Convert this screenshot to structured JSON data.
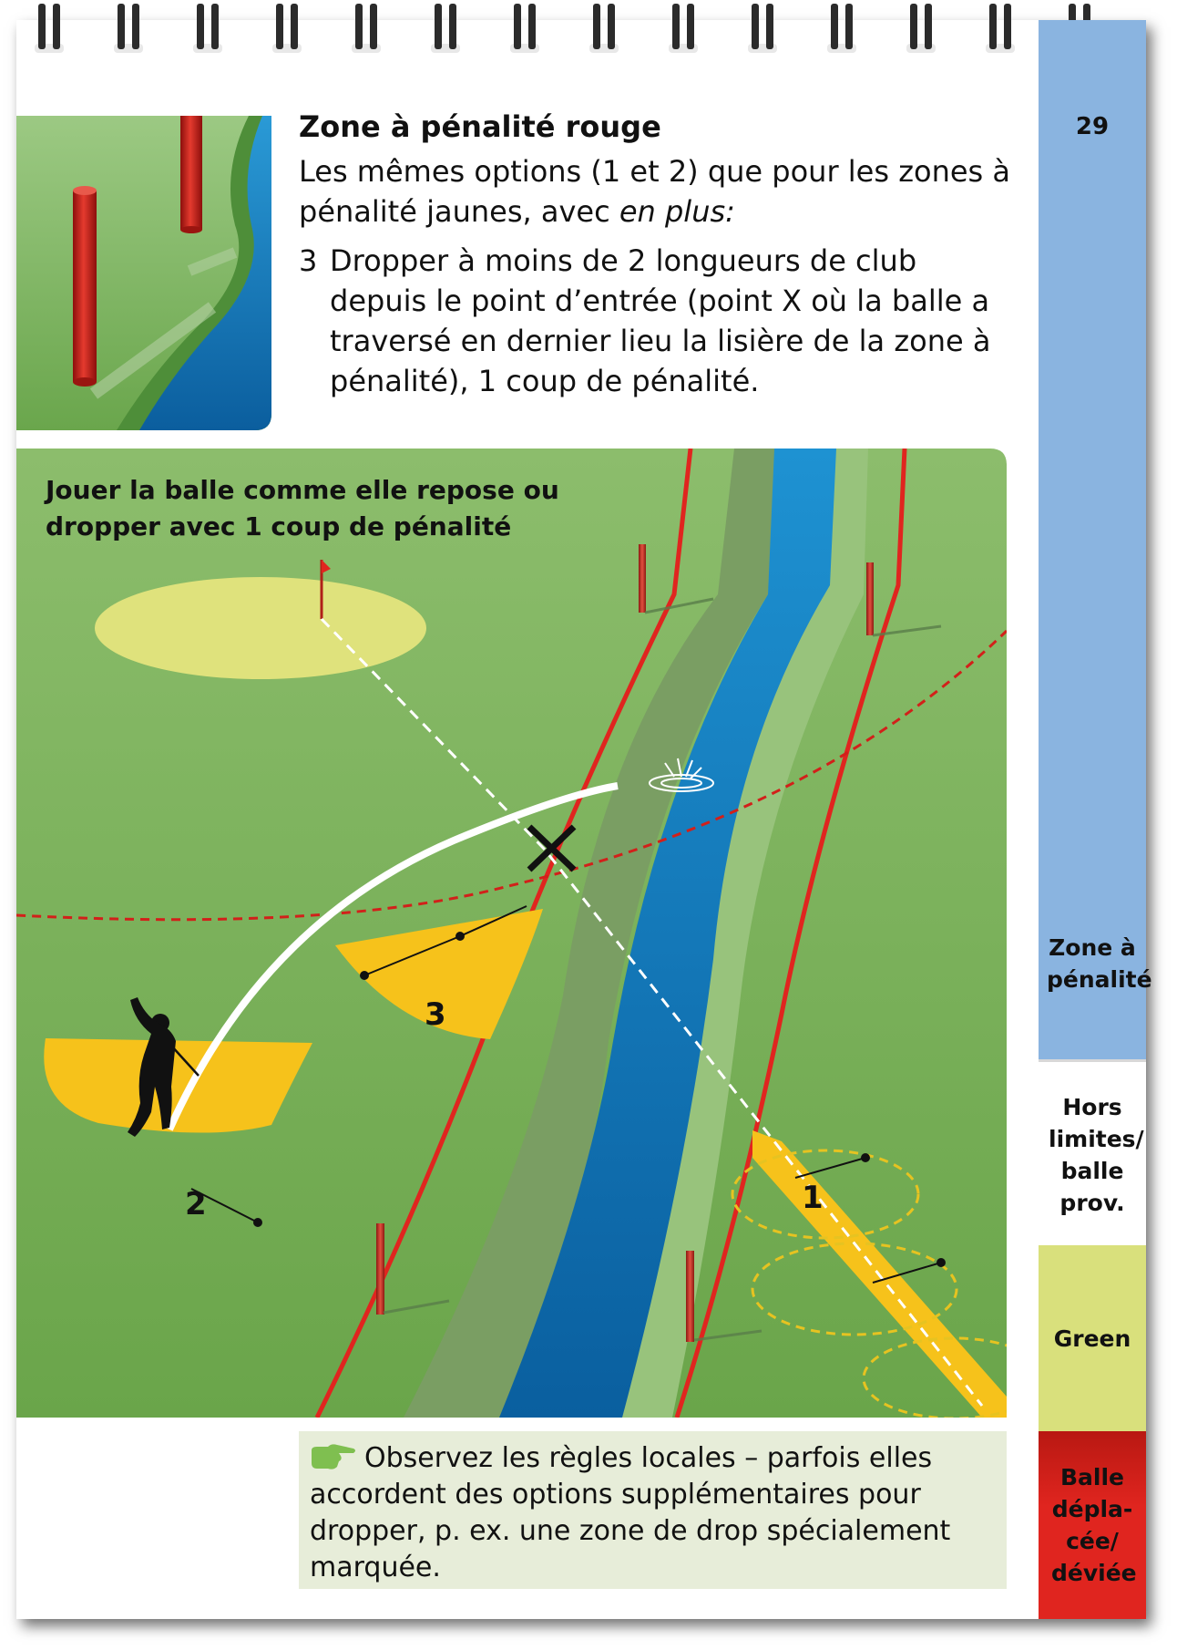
{
  "page_number": "29",
  "heading": "Zone à pénalité rouge",
  "intro": {
    "text_before": "Les mêmes options (1 et 2) que pour les zones à pénalité jaunes, avec ",
    "emphasis": "en plus:"
  },
  "option3": {
    "number": "3",
    "text": "Dropper à moins de 2 longueurs de club depuis le point d’entrée (point X où la balle a traversé en dernier lieu la lisière de la zone à pénalité), 1 coup de pénalité."
  },
  "diagram": {
    "caption": "Jouer la balle comme elle repose ou dropper avec 1 coup de pénalité",
    "label_1": "1",
    "label_2": "2",
    "label_3": "3"
  },
  "note": {
    "text": "Observez les règles locales – parfois elles accordent des options supplémentaires pour dropper, p. ex. une zone de drop spécialement marquée.",
    "icon": "pointing-hand-icon"
  },
  "tabs": [
    {
      "label": "Zone à pénalité",
      "color": "#8ab4e0"
    },
    {
      "label": "Hors limites/ balle prov.",
      "color": "#ffffff"
    },
    {
      "label": "Green",
      "color": "#d9e07c"
    },
    {
      "label": "Balle dépla-cée/ déviée",
      "color": "#e0251f"
    }
  ],
  "colors": {
    "grass": "#7fb25e",
    "water": "#1a86c8",
    "penalty_line": "#e0251f",
    "drop_zone": "#f6c21b"
  }
}
